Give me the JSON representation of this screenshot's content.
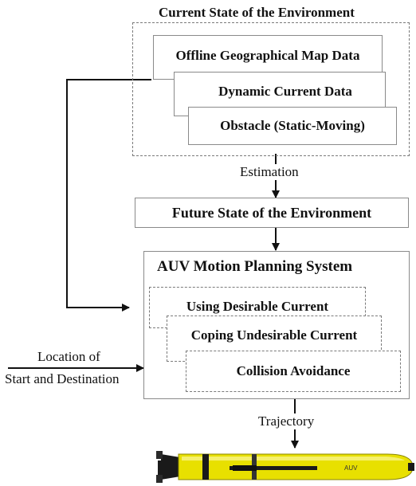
{
  "diagram": {
    "current_state": {
      "title": "Current State of the Environment",
      "layers": [
        "Offline Geographical Map Data",
        "Dynamic Current Data",
        "Obstacle (Static-Moving)"
      ]
    },
    "estimation_label": "Estimation",
    "future_state": "Future State of the Environment",
    "planning_system": {
      "title": "AUV Motion Planning System",
      "modules": [
        "Using Desirable Current",
        "Coping Undesirable Current",
        "Collision Avoidance"
      ]
    },
    "input_label_line1": "Location of",
    "input_label_line2": "Start and Destination",
    "trajectory_label": "Trajectory",
    "auv_label": "AUV",
    "colors": {
      "auv_body": "#e8e000",
      "auv_dark": "#1a1a1a"
    }
  }
}
